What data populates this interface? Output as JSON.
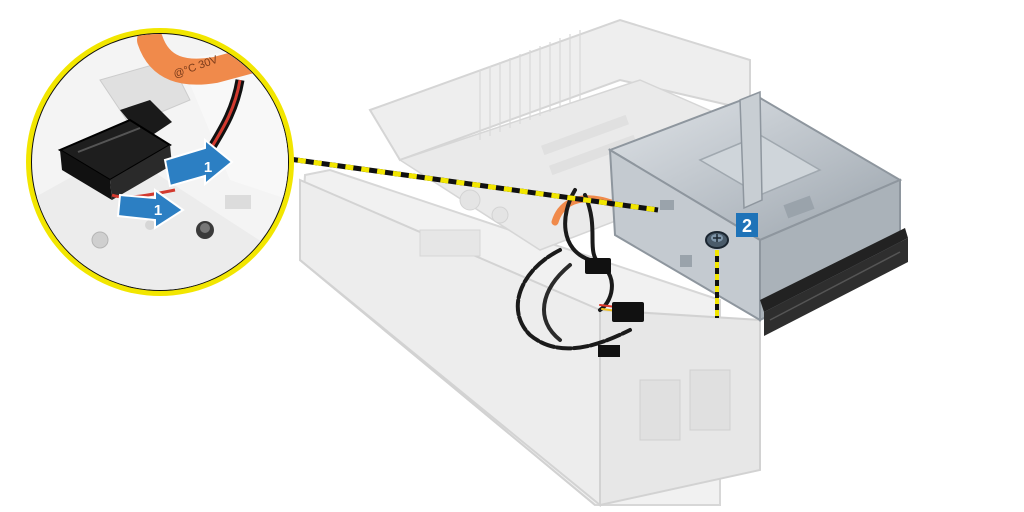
{
  "diagram": {
    "step_labels": {
      "cable_disconnect": "1",
      "screw_remove": "2"
    },
    "cable_marking_text": "@°C 30V",
    "colors": {
      "callout_ring": "#f2e600",
      "callout_fill": "#ffffff",
      "badge_blue": "#1f73b8",
      "arrow_blue": "#2c7fc3",
      "leader_yellow": "#f2e600",
      "leader_black": "#111111",
      "sata_cable": "#f08a4b",
      "chassis_gray": "#d9d9d9",
      "bay_metal": "#b9c0c6"
    }
  }
}
